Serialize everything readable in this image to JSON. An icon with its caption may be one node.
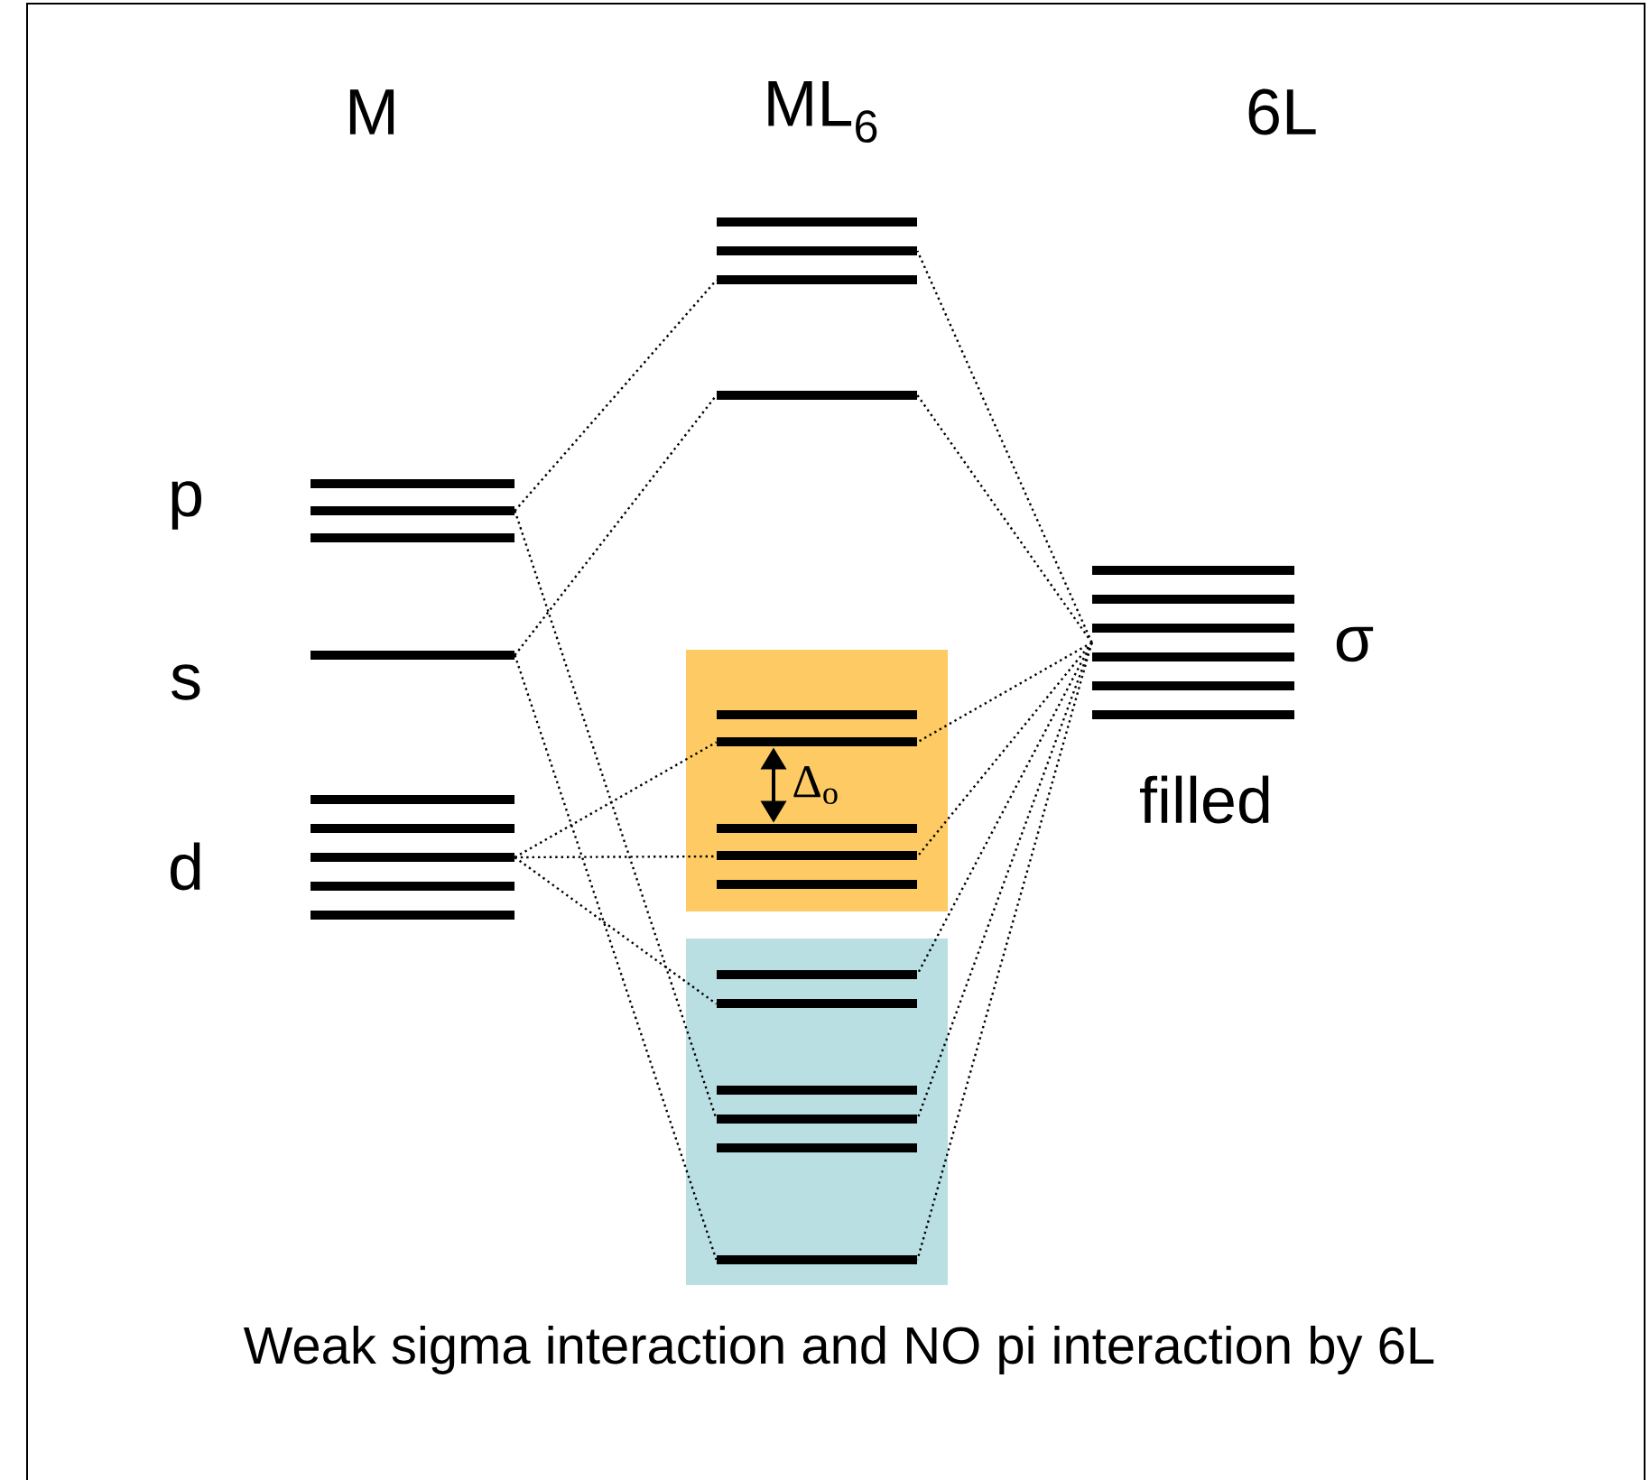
{
  "diagram": {
    "caption": "Weak sigma interaction and NO pi interaction by 6L",
    "nodes": [
      {
        "text": [],
        "shape": "bar",
        "beside": [
          "p"
        ]
      },
      {
        "text": [],
        "shape": "bar",
        "beside": [
          "s"
        ]
      },
      {
        "text": [],
        "shape": "bar",
        "beside": [
          "d"
        ]
      },
      {
        "text": [],
        "shape": "bar"
      },
      {
        "text": [],
        "shape": "bar"
      },
      {
        "text": [],
        "shape": "box"
      },
      {
        "text": [],
        "shape": "bar",
        "in": 5
      },
      {
        "text": [],
        "shape": "bar",
        "in": 5
      },
      {
        "text": [],
        "shape": "box"
      },
      {
        "text": [],
        "shape": "bar",
        "in": 8
      },
      {
        "text": [],
        "shape": "bar",
        "in": 8
      },
      {
        "text": [],
        "shape": "bar",
        "in": 8
      },
      {
        "text": [],
        "shape": "bar",
        "beside": [
          "σ",
          "filled"
        ]
      }
    ],
    "edges": [
      {
        "from": 0,
        "to": 3,
        "arrow": "none",
        "style": "dashed"
      },
      {
        "from": 0,
        "to": 10,
        "arrow": "none",
        "style": "dashed"
      },
      {
        "from": 1,
        "to": 4,
        "arrow": "none",
        "style": "dashed"
      },
      {
        "from": 1,
        "to": 11,
        "arrow": "none",
        "style": "dashed"
      },
      {
        "from": 2,
        "to": 6,
        "arrow": "none",
        "style": "dashed"
      },
      {
        "from": 2,
        "to": 7,
        "arrow": "none",
        "style": "dashed"
      },
      {
        "from": 2,
        "to": 9,
        "arrow": "none",
        "style": "dashed"
      },
      {
        "from": 12,
        "to": 3,
        "arrow": "none",
        "style": "dashed"
      },
      {
        "from": 12,
        "to": 4,
        "arrow": "none",
        "style": "dashed"
      },
      {
        "from": 12,
        "to": 6,
        "arrow": "none",
        "style": "dashed"
      },
      {
        "from": 12,
        "to": 7,
        "arrow": "none",
        "style": "dashed"
      },
      {
        "from": 12,
        "to": 9,
        "arrow": "none",
        "style": "dashed"
      },
      {
        "from": 12,
        "to": 10,
        "arrow": "none",
        "style": "dashed"
      },
      {
        "from": 12,
        "to": 11,
        "arrow": "none",
        "style": "dashed"
      },
      {
        "from": 6,
        "to": 7,
        "arrow": "both",
        "label": "Δ$_{o}$"
      }
    ],
    "labels": [
      "M",
      "ML$_{6}$",
      "6L"
    ]
  }
}
